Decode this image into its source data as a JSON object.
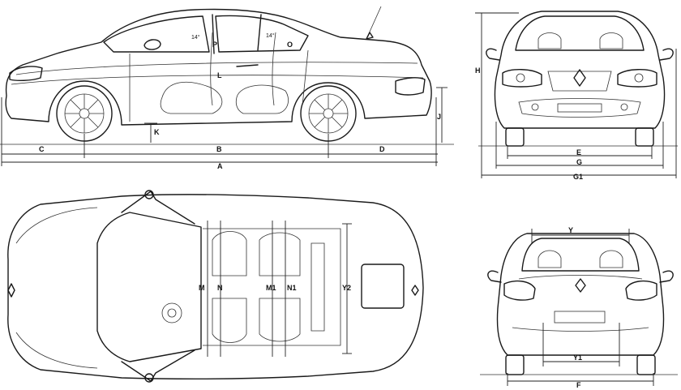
{
  "labels": {
    "A": "A",
    "B": "B",
    "C": "C",
    "D": "D",
    "E": "E",
    "F": "F",
    "G": "G",
    "G1": "G1",
    "H": "H",
    "J": "J",
    "K": "K",
    "L": "L",
    "M": "M",
    "N": "N",
    "M1": "M1",
    "N1": "N1",
    "O": "O",
    "P": "P",
    "Y": "Y",
    "Y1": "Y1",
    "Y2": "Y2",
    "angle_front": "14°",
    "angle_rear": "14°"
  }
}
